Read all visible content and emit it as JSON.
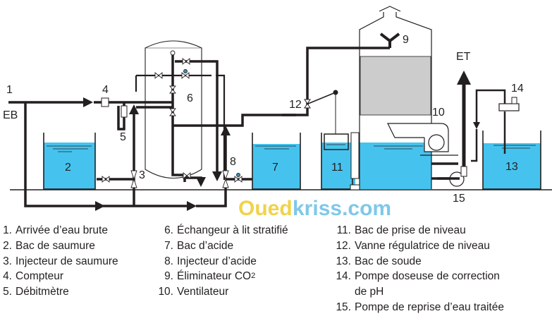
{
  "colors": {
    "water": "#45c3ee",
    "pipe": "#231f20",
    "packing": "#cccccc",
    "valve_accent": "#3a8fb5",
    "watermark_yellow": "#f0d34a",
    "watermark_blue": "#7fc8e8"
  },
  "diagram": {
    "labels": {
      "n1": "1",
      "eb": "EB",
      "n2": "2",
      "n3": "3",
      "n4": "4",
      "n5": "5",
      "n6": "6",
      "n7": "7",
      "n8": "8",
      "n9": "9",
      "n10": "10",
      "n11": "11",
      "n12": "12",
      "n13": "13",
      "n14": "14",
      "n15": "15",
      "et": "ET"
    },
    "watermark": {
      "part1": "Oued",
      "part2": "kriss.com"
    }
  },
  "legend": {
    "columns": [
      [
        {
          "num": "1.",
          "text": "Arrivée d’eau brute"
        },
        {
          "num": "2.",
          "text": "Bac de saumure"
        },
        {
          "num": "3.",
          "text": "Injecteur de saumure"
        },
        {
          "num": "4.",
          "text": "Compteur"
        },
        {
          "num": "5.",
          "text": "Débitmètre"
        }
      ],
      [
        {
          "num": "6.",
          "text": "Échangeur à lit stratifié"
        },
        {
          "num": "7.",
          "text": "Bac d’acide"
        },
        {
          "num": "8.",
          "text": "Injecteur d’acide"
        },
        {
          "num": "9.",
          "text": "Éliminateur CO",
          "sub": "2"
        },
        {
          "num": "10.",
          "text": "Ventilateur"
        }
      ],
      [
        {
          "num": "11.",
          "text": "Bac de prise de niveau"
        },
        {
          "num": "12.",
          "text": "Vanne régulatrice de niveau"
        },
        {
          "num": "13.",
          "text": "Bac de soude"
        },
        {
          "num": "14.",
          "text": "Pompe doseuse de correction",
          "cont": "de pH"
        },
        {
          "num": "15.",
          "text": "Pompe de reprise d’eau traitée"
        }
      ]
    ]
  }
}
